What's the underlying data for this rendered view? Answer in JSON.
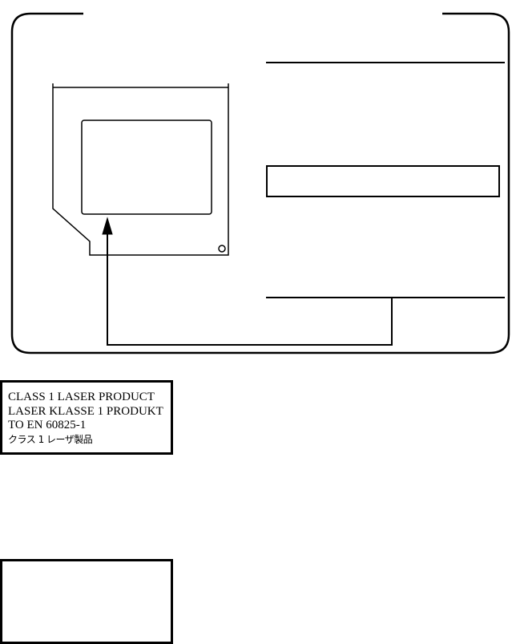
{
  "laser_label": {
    "lines": [
      "CLASS 1 LASER PRODUCT",
      "LASER KLASSE 1 PRODUKT",
      "TO EN 60825-1",
      "クラス 1 レーザ製品"
    ]
  },
  "colors": {
    "line": "#000000",
    "background": "#ffffff"
  }
}
